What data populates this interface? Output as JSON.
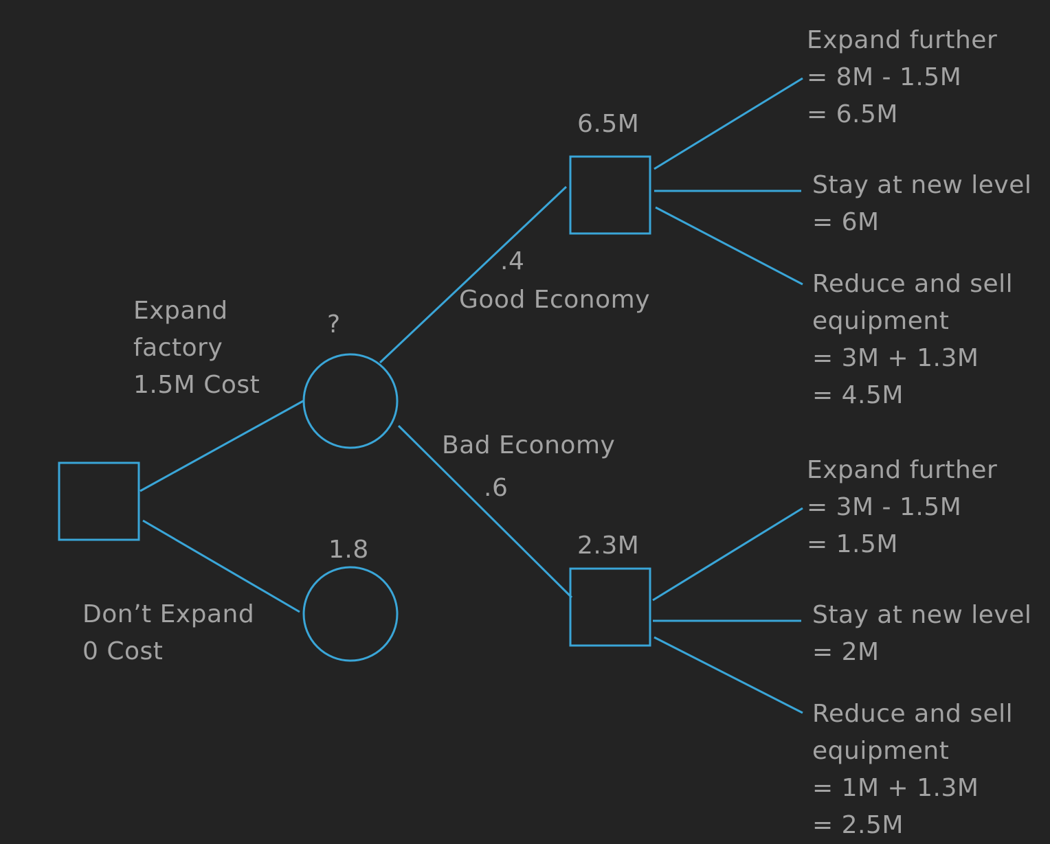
{
  "colors": {
    "background": "#232323",
    "line": "#3aa6d8",
    "text": "#a3a3a3"
  },
  "root": {
    "expand": {
      "lines": [
        "Expand",
        "factory",
        "1.5M Cost"
      ]
    },
    "dont_expand": {
      "lines": [
        "Don’t Expand",
        "0 Cost"
      ]
    }
  },
  "chance_node": {
    "value": "?"
  },
  "dont_expand_node": {
    "value": "1.8"
  },
  "good_economy": {
    "probability": ".4",
    "label": "Good Economy",
    "decision_value": "6.5M",
    "outcomes": [
      {
        "lines": [
          "Expand further",
          "= 8M - 1.5M",
          "= 6.5M"
        ]
      },
      {
        "lines": [
          "Stay at new level",
          "= 6M"
        ]
      },
      {
        "lines": [
          "Reduce and sell",
          "equipment",
          "= 3M + 1.3M",
          "= 4.5M"
        ]
      }
    ]
  },
  "bad_economy": {
    "probability": ".6",
    "label": "Bad Economy",
    "decision_value": "2.3M",
    "outcomes": [
      {
        "lines": [
          "Expand further",
          "= 3M - 1.5M",
          "= 1.5M"
        ]
      },
      {
        "lines": [
          "Stay at new level",
          "= 2M"
        ]
      },
      {
        "lines": [
          "Reduce and sell",
          "equipment",
          "= 1M + 1.3M",
          "= 2.5M"
        ]
      }
    ]
  }
}
